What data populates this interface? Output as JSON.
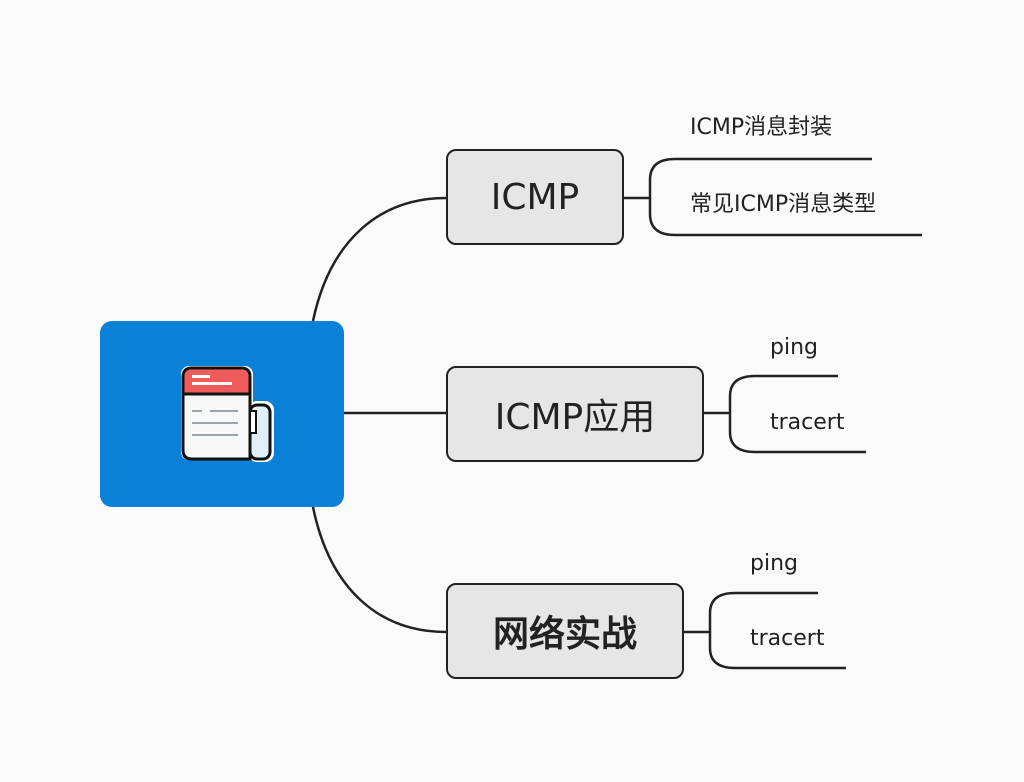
{
  "root": {
    "icon": "newspaper-icon",
    "color": "#0a80d6"
  },
  "topics": [
    {
      "label": "ICMP",
      "children": [
        "ICMP消息封装",
        "常见ICMP消息类型"
      ]
    },
    {
      "label": "ICMP应用",
      "children": [
        "ping",
        "tracert"
      ]
    },
    {
      "label": "网络实战",
      "children": [
        "ping",
        "tracert"
      ]
    }
  ]
}
